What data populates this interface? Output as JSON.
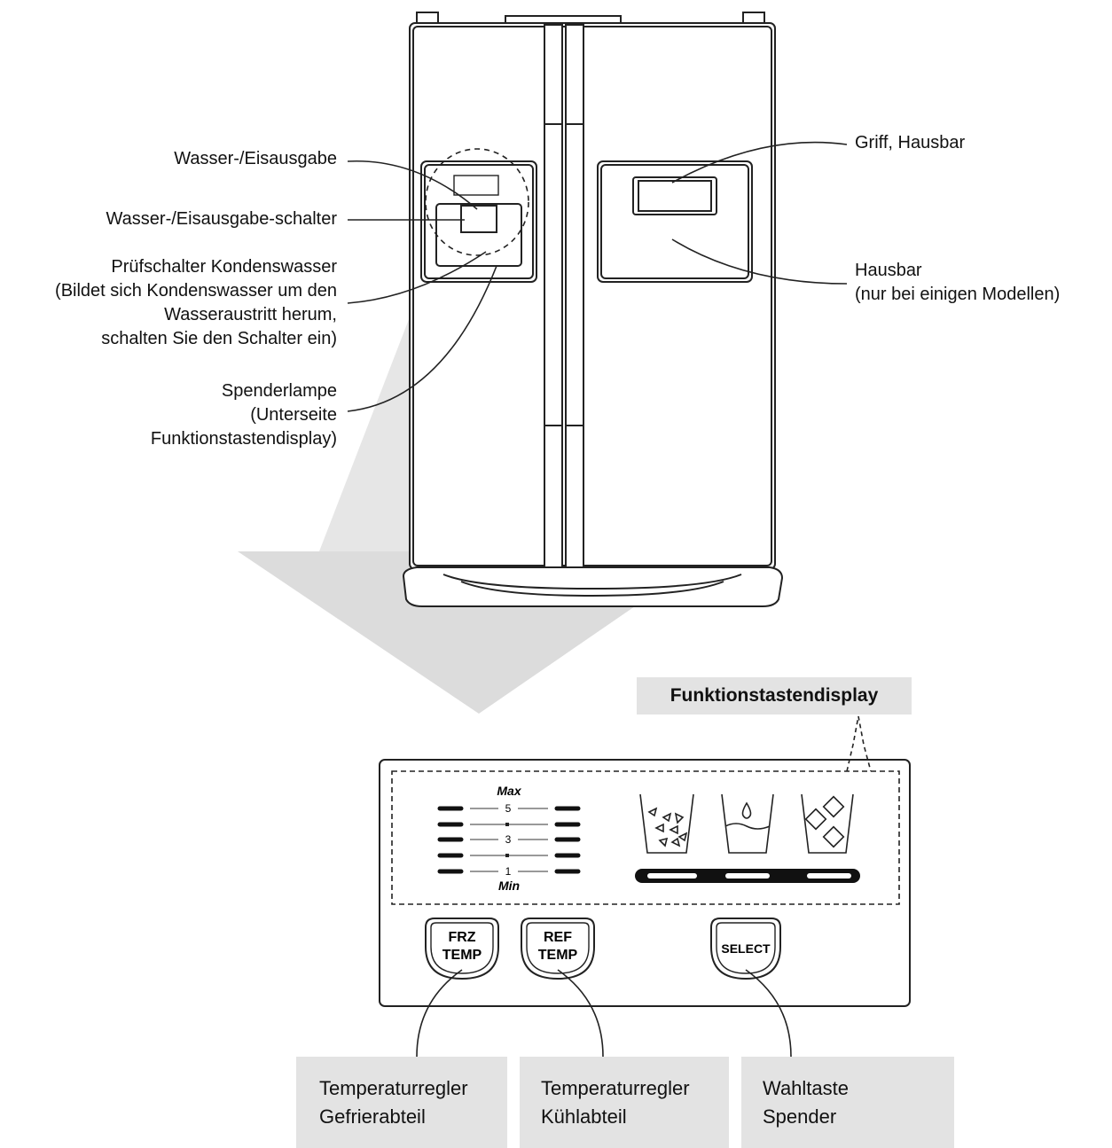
{
  "fridge_labels": {
    "dispenser": "Wasser-/Eisausgabe",
    "dispenser_switch": "Wasser-/Eisausgabe-schalter",
    "condensation_switch": "Prüfschalter Kondenswasser\n(Bildet sich Kondenswasser um den\nWasseraustritt herum,\nschalten Sie den Schalter ein)",
    "dispenser_lamp": "Spenderlampe\n(Unterseite\nFunktionstastendisplay)",
    "handle": "Griff, Hausbar",
    "homebar": "Hausbar\n(nur bei einigen Modellen)"
  },
  "panel": {
    "title": "Funktionstastendisplay",
    "scale_max": "Max",
    "scale_min": "Min",
    "scale_5": "5",
    "scale_3": "3",
    "scale_1": "1",
    "btn_frz_line1": "FRZ",
    "btn_frz_line2": "TEMP",
    "btn_ref_line1": "REF",
    "btn_ref_line2": "TEMP",
    "btn_select": "SELECT",
    "dispenser_mode_icons": [
      "crushed-ice-glass-icon",
      "water-glass-icon",
      "cubed-ice-glass-icon"
    ]
  },
  "callouts": [
    {
      "text": "Temperaturregler\nGefrierabteil"
    },
    {
      "text": "Temperaturregler\nKühlabteil"
    },
    {
      "text": "Wahltaste\nSpender"
    }
  ]
}
